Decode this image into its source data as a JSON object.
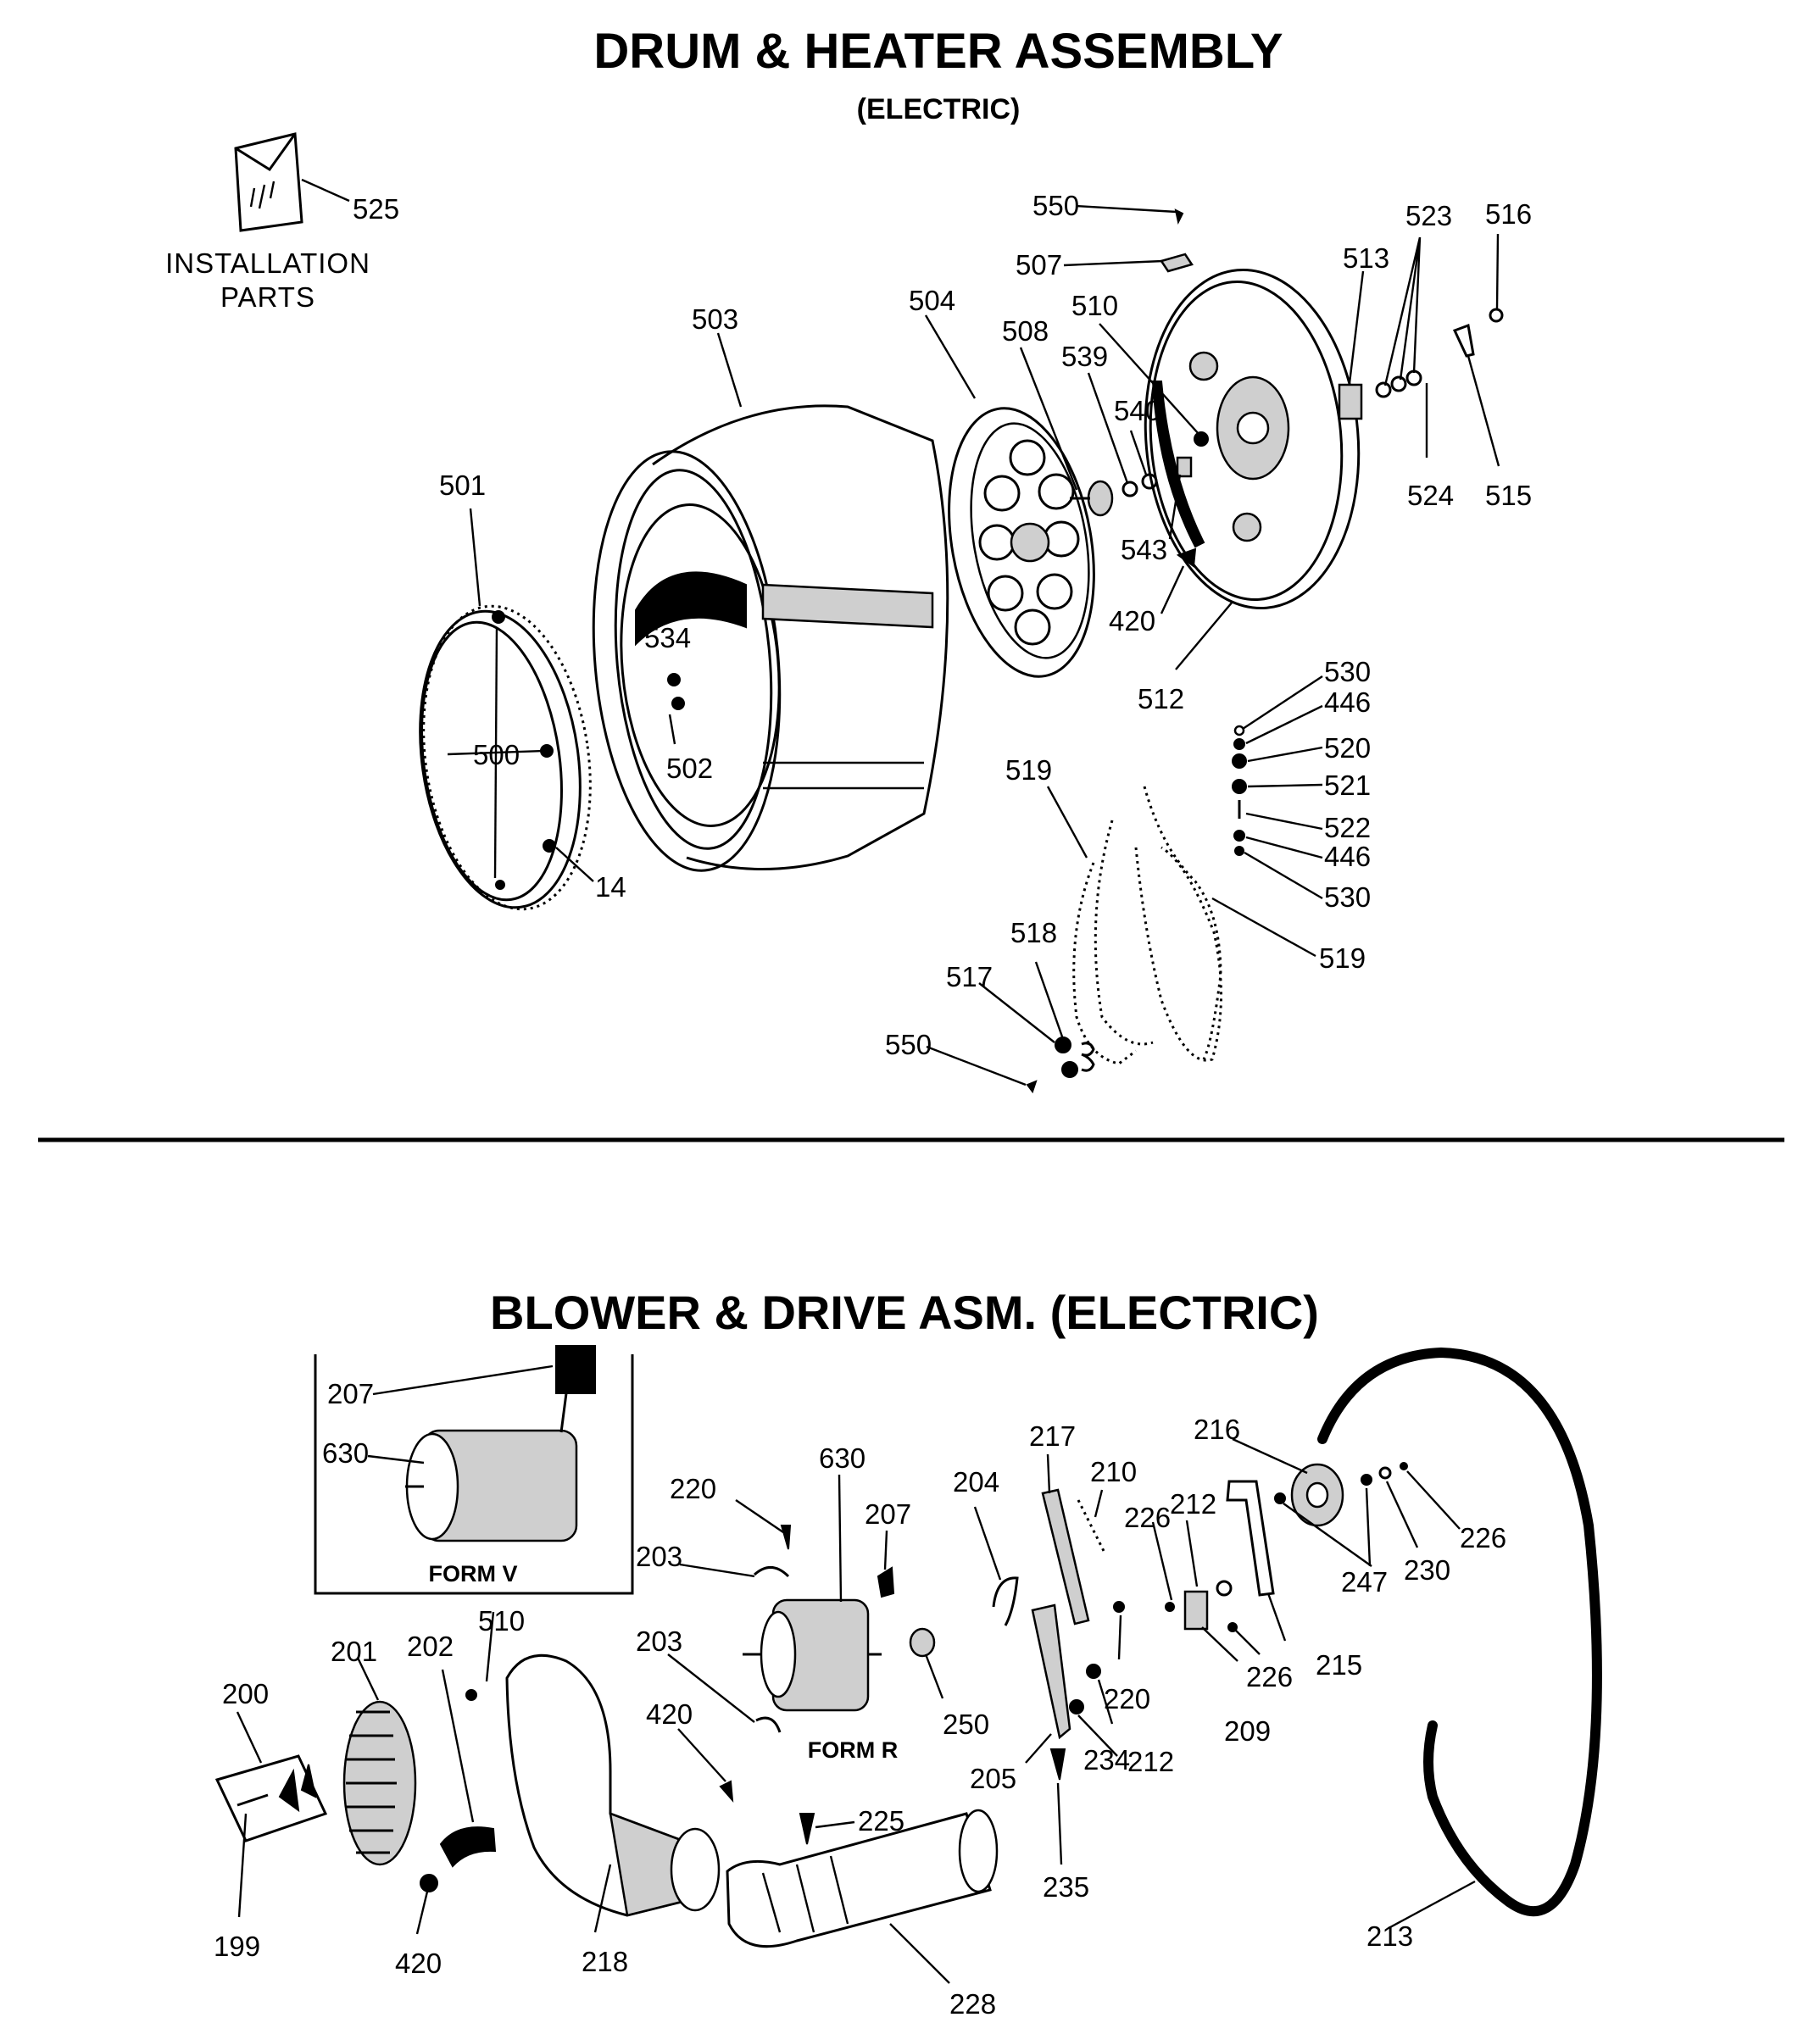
{
  "titles": {
    "drum": "DRUM & HEATER ASSEMBLY",
    "drum_sub": "(ELECTRIC)",
    "blower": "BLOWER & DRIVE ASM.  (ELECTRIC)"
  },
  "notes": {
    "installation_line1": "INSTALLATION",
    "installation_line2": "PARTS",
    "form_v": "FORM V",
    "form_r": "FORM R"
  },
  "drum_labels": {
    "p525": "525",
    "p550a": "550",
    "p507": "507",
    "p523": "523",
    "p516": "516",
    "p513": "513",
    "p503": "503",
    "p504": "504",
    "p508": "508",
    "p510": "510",
    "p539": "539",
    "p540": "540",
    "p524": "524",
    "p515": "515",
    "p501": "501",
    "p543": "543",
    "p420": "420",
    "p534": "534",
    "p512": "512",
    "p530a": "530",
    "p446a": "446",
    "p520": "520",
    "p521": "521",
    "p522": "522",
    "p446b": "446",
    "p530b": "530",
    "p519a": "519",
    "p500": "500",
    "p502": "502",
    "p14": "14",
    "p519b": "519",
    "p518": "518",
    "p517": "517",
    "p550b": "550"
  },
  "blower_labels": {
    "p207a": "207",
    "p630a": "630",
    "p630b": "630",
    "p220a": "220",
    "p207b": "207",
    "p204": "204",
    "p217": "217",
    "p210": "210",
    "p216": "216",
    "p212a": "212",
    "p226a": "226",
    "p203a": "203",
    "p247": "247",
    "p230": "230",
    "p226b": "226",
    "p215": "215",
    "p226c": "226",
    "p220b": "220",
    "p209": "209",
    "p201": "201",
    "p202": "202",
    "p510": "510",
    "p203b": "203",
    "p200": "200",
    "p420a": "420",
    "p250": "250",
    "p205": "205",
    "p234": "234",
    "p212b": "212",
    "p225": "225",
    "p235": "235",
    "p199": "199",
    "p420b": "420",
    "p218": "218",
    "p228": "228",
    "p213": "213"
  }
}
